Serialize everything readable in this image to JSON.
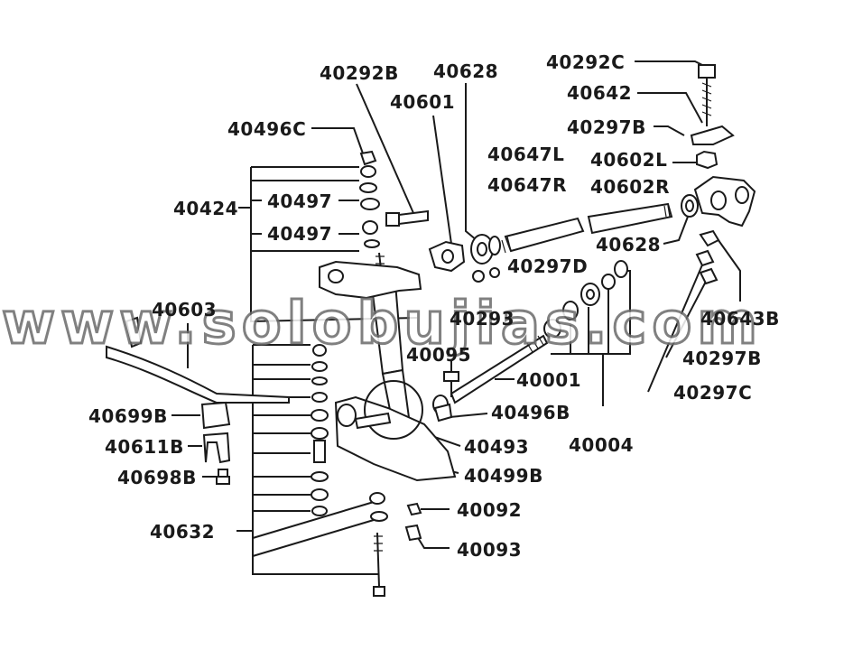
{
  "diagram": {
    "labels": {
      "l40292B": "40292B",
      "l40628top": "40628",
      "l40292C": "40292C",
      "l40601": "40601",
      "l40642": "40642",
      "l40496C": "40496C",
      "l40297B_top": "40297B",
      "l40647L": "40647L",
      "l40602L": "40602L",
      "l40647R": "40647R",
      "l40602R": "40602R",
      "l40424": "40424",
      "l40497a": "40497",
      "l40497b": "40497",
      "l40628mid": "40628",
      "l40297D": "40297D",
      "l40603": "40603",
      "l40293": "40293",
      "l40643B": "40643B",
      "l40095": "40095",
      "l40297B_right": "40297B",
      "l40001": "40001",
      "l40297C_right": "40297C",
      "l40699B": "40699B",
      "l40496B": "40496B",
      "l40611B": "40611B",
      "l40493": "40493",
      "l40004": "40004",
      "l40698B": "40698B",
      "l40499B": "40499B",
      "l40092": "40092",
      "l40632": "40632",
      "l40093": "40093"
    },
    "watermark": "www.solobujias.com"
  }
}
